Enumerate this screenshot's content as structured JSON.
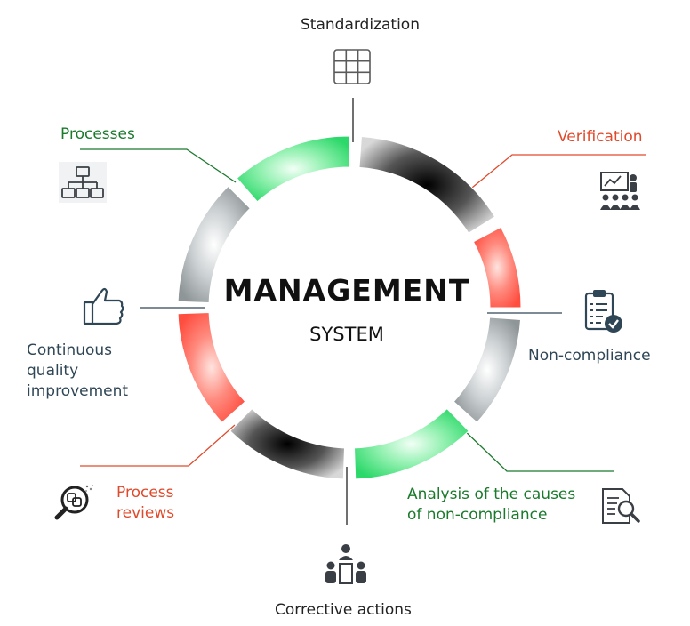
{
  "center": {
    "title": "MANAGEMENT",
    "subtitle": "SYSTEM"
  },
  "stages": {
    "standardization": "Standardization",
    "verification": "Verification",
    "non_compliance": "Non-compliance",
    "analysis_line1": "Analysis of the causes",
    "analysis_line2": "of non-compliance",
    "corrective": "Corrective actions",
    "process_reviews_line1": "Process",
    "process_reviews_line2": "reviews",
    "continuous_line1": "Continuous",
    "continuous_line2": "quality",
    "continuous_line3": "improvement",
    "processes": "Processes"
  },
  "colors": {
    "green": "#1a7a2c",
    "red": "#e04a2c",
    "slate": "#2f4656",
    "dark": "#222222",
    "segment_green": "#3de07a",
    "segment_red": "#ff5a4a",
    "segment_black": "#1a1a1a",
    "segment_grey": "#a9b0b3"
  },
  "icons": {
    "standardization": "grid-icon",
    "verification": "presentation-audience-icon",
    "non_compliance": "clipboard-check-icon",
    "analysis": "document-search-icon",
    "corrective": "team-icon",
    "process_reviews": "magnifier-process-icon",
    "continuous": "thumbs-up-icon",
    "processes": "org-chart-icon"
  }
}
